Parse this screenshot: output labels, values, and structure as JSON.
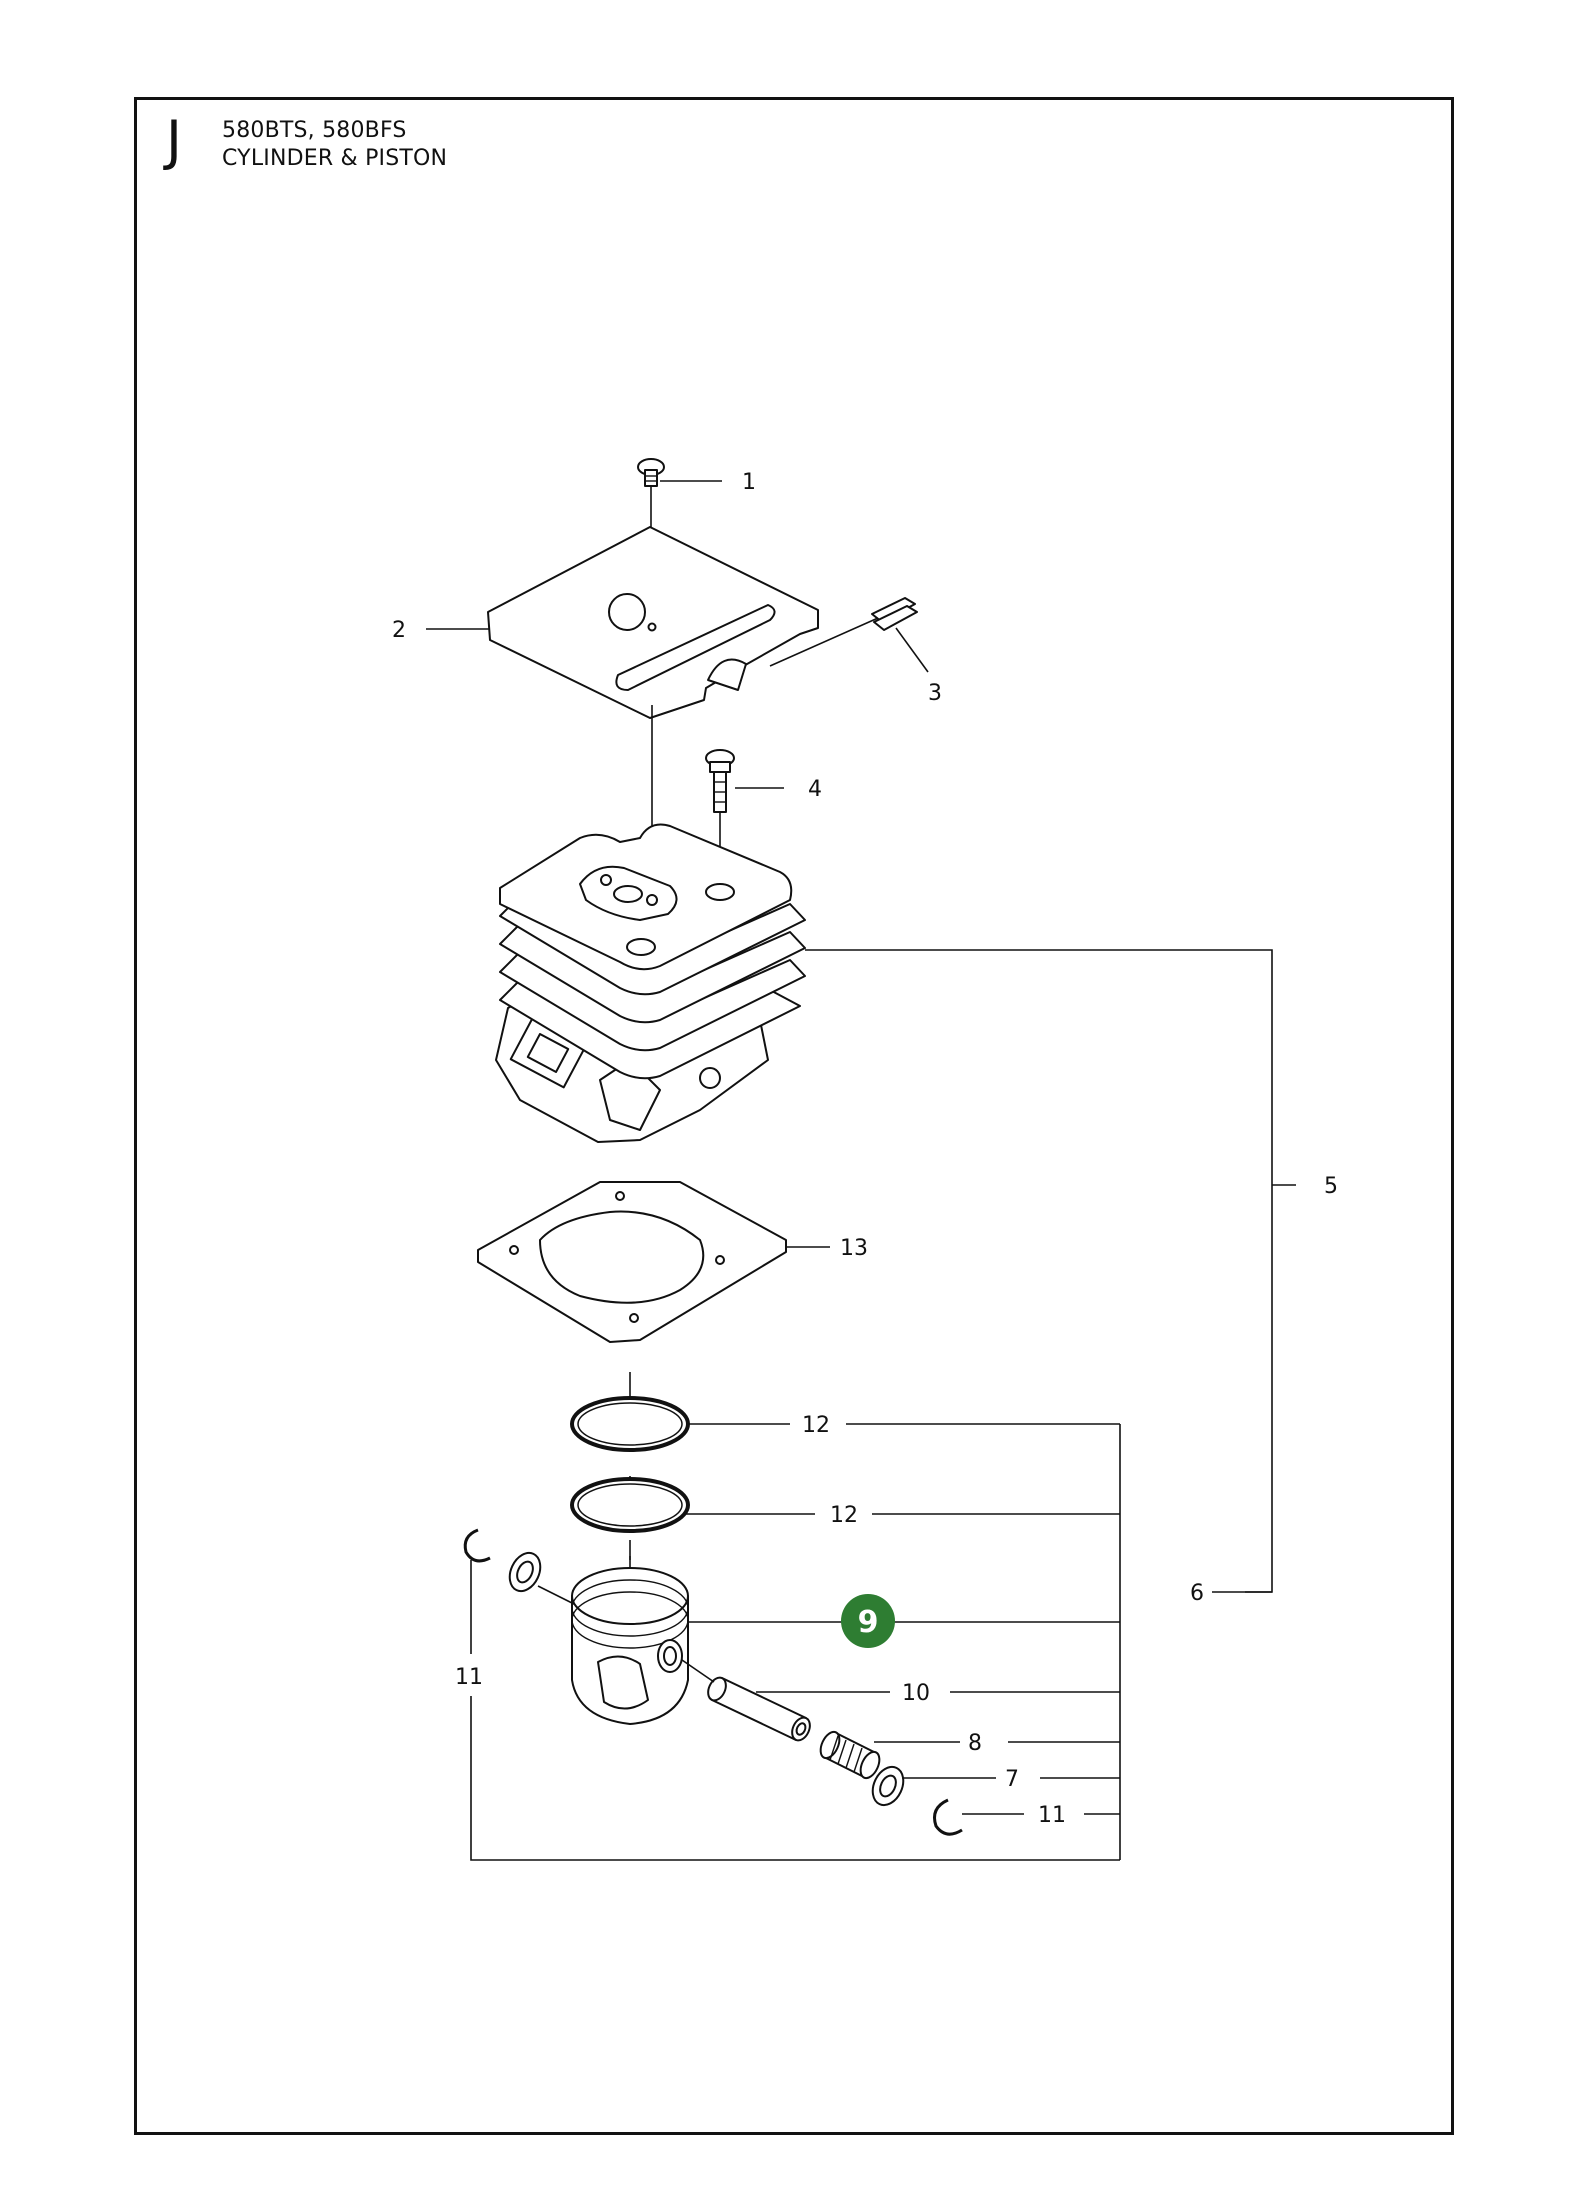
{
  "header": {
    "section_letter": "J",
    "models": "580BTS, 580BFS",
    "title": "CYLINDER & PISTON"
  },
  "callouts": {
    "c1": "1",
    "c2": "2",
    "c3": "3",
    "c4": "4",
    "c5": "5",
    "c6": "6",
    "c7": "7",
    "c8": "8",
    "c9": "9",
    "c10": "10",
    "c11a": "11",
    "c11b": "11",
    "c12a": "12",
    "c12b": "12",
    "c13": "13"
  },
  "colors": {
    "highlight_badge": "#2e7d32"
  }
}
